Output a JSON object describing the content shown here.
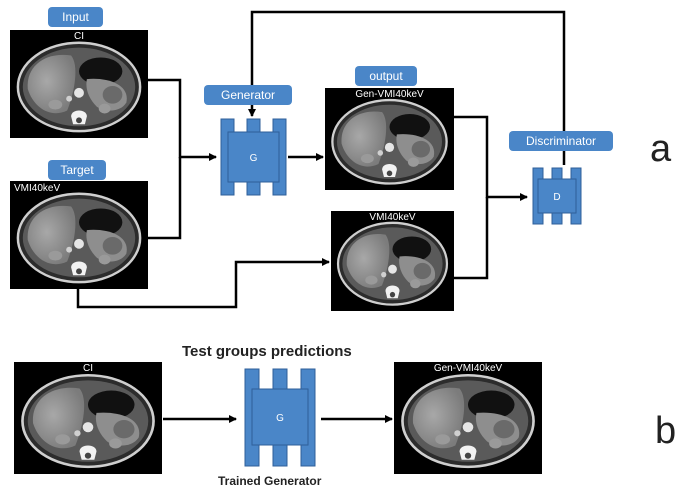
{
  "panel_a": {
    "tags": {
      "input": "Input",
      "target": "Target",
      "generator": "Generator",
      "output": "output",
      "discriminator": "Discriminator"
    },
    "images": {
      "ct_input": "CI",
      "vmi_target": "VMI40keV",
      "gen_output": "Gen-VMI40keV",
      "vmi_real": "VMI40keV"
    },
    "generator_letter": "G",
    "discriminator_letter": "D",
    "panel_letter": "a"
  },
  "panel_b": {
    "title": "Test groups predictions",
    "images": {
      "ct_input": "CI",
      "gen_output": "Gen-VMI40keV"
    },
    "generator_letter": "G",
    "generator_caption": "Trained Generator",
    "panel_letter": "b"
  },
  "colors": {
    "block_fill": "#4a86c8",
    "block_stroke": "#2f5f99",
    "tag_fill": "#4a86c8",
    "arrow": "#000000"
  },
  "icons": {
    "ct_scan": "abdominal-ct-slice",
    "generator": "generator-block",
    "discriminator": "discriminator-block"
  }
}
